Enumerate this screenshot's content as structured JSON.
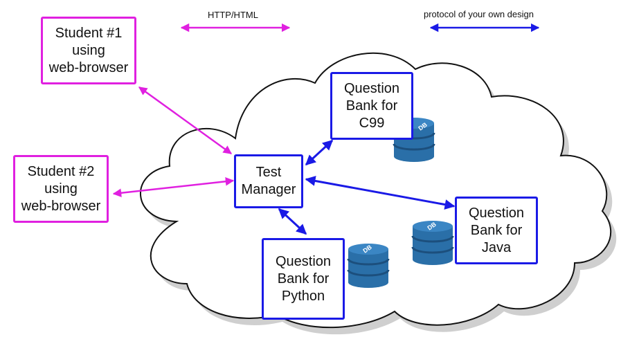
{
  "legend": {
    "http": {
      "label": "HTTP/HTML",
      "color": "#e020e0"
    },
    "custom": {
      "label": "protocol of your own design",
      "color": "#1a1ae6"
    }
  },
  "nodes": {
    "student1": {
      "lines": [
        "Student #1",
        "using",
        "web-browser"
      ]
    },
    "student2": {
      "lines": [
        "Student #2",
        "using",
        "web-browser"
      ]
    },
    "manager": {
      "lines": [
        "Test",
        "Manager"
      ]
    },
    "bank_c99": {
      "lines": [
        "Question",
        "Bank for",
        "C99"
      ]
    },
    "bank_java": {
      "lines": [
        "Question",
        "Bank for",
        "Java"
      ]
    },
    "bank_python": {
      "lines": [
        "Question",
        "Bank for",
        "Python"
      ]
    }
  },
  "db_label": "DB",
  "colors": {
    "pink": "#e020e0",
    "blue": "#1a1ae6",
    "db_body": "#2a6fa8",
    "db_stripe": "#1c4f7d",
    "cloud_shadow": "#cfcfcf"
  }
}
